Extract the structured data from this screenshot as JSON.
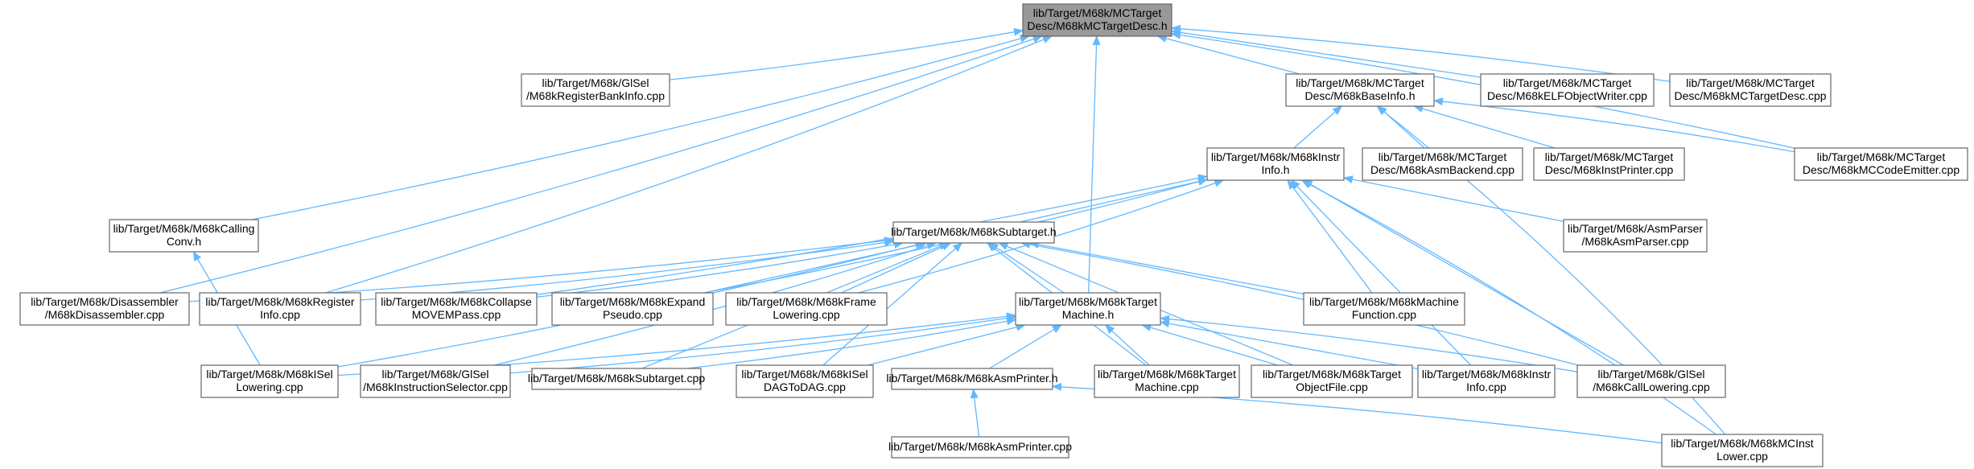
{
  "nodes": [
    {
      "id": "root",
      "lines": [
        "lib/Target/M68k/MCTarget",
        "Desc/M68kMCTargetDesc.h"
      ],
      "root": true
    },
    {
      "id": "globalisel_regbank",
      "lines": [
        "lib/Target/M68k/GlSel",
        "/M68kRegisterBankInfo.cpp"
      ]
    },
    {
      "id": "baseinfo",
      "lines": [
        "lib/Target/M68k/MCTarget",
        "Desc/M68kBaseInfo.h"
      ]
    },
    {
      "id": "elfwriter",
      "lines": [
        "lib/Target/M68k/MCTarget",
        "Desc/M68kELFObjectWriter.cpp"
      ]
    },
    {
      "id": "targetdesc_cpp",
      "lines": [
        "lib/Target/M68k/MCTarget",
        "Desc/M68kMCTargetDesc.cpp"
      ]
    },
    {
      "id": "instrinfo_h",
      "lines": [
        "lib/Target/M68k/M68kInstr",
        "Info.h"
      ]
    },
    {
      "id": "asmbackend",
      "lines": [
        "lib/Target/M68k/MCTarget",
        "Desc/M68kAsmBackend.cpp"
      ]
    },
    {
      "id": "instprinter",
      "lines": [
        "lib/Target/M68k/MCTarget",
        "Desc/M68kInstPrinter.cpp"
      ]
    },
    {
      "id": "codeemitter",
      "lines": [
        "lib/Target/M68k/MCTarget",
        "Desc/M68kMCCodeEmitter.cpp"
      ]
    },
    {
      "id": "callingconv",
      "lines": [
        "lib/Target/M68k/M68kCalling",
        "Conv.h"
      ]
    },
    {
      "id": "subtarget_h",
      "lines": [
        "lib/Target/M68k/M68kSubtarget.h"
      ]
    },
    {
      "id": "asmparser",
      "lines": [
        "lib/Target/M68k/AsmParser",
        "/M68kAsmParser.cpp"
      ]
    },
    {
      "id": "disassembler",
      "lines": [
        "lib/Target/M68k/Disassembler",
        "/M68kDisassembler.cpp"
      ]
    },
    {
      "id": "reginfo",
      "lines": [
        "lib/Target/M68k/M68kRegister",
        "Info.cpp"
      ]
    },
    {
      "id": "collapse",
      "lines": [
        "lib/Target/M68k/M68kCollapse",
        "MOVEMPass.cpp"
      ]
    },
    {
      "id": "expand",
      "lines": [
        "lib/Target/M68k/M68kExpand",
        "Pseudo.cpp"
      ]
    },
    {
      "id": "frame",
      "lines": [
        "lib/Target/M68k/M68kFrame",
        "Lowering.cpp"
      ]
    },
    {
      "id": "targetmachine_h",
      "lines": [
        "lib/Target/M68k/M68kTarget",
        "Machine.h"
      ]
    },
    {
      "id": "machinefunction",
      "lines": [
        "lib/Target/M68k/M68kMachine",
        "Function.cpp"
      ]
    },
    {
      "id": "isellowering",
      "lines": [
        "lib/Target/M68k/M68kISel",
        "Lowering.cpp"
      ]
    },
    {
      "id": "instselector",
      "lines": [
        "lib/Target/M68k/GlSel",
        "/M68kInstructionSelector.cpp"
      ]
    },
    {
      "id": "subtarget_cpp",
      "lines": [
        "lib/Target/M68k/M68kSubtarget.cpp"
      ]
    },
    {
      "id": "iseldag",
      "lines": [
        "lib/Target/M68k/M68kISel",
        "DAGToDAG.cpp"
      ]
    },
    {
      "id": "asmprinter_h",
      "lines": [
        "lib/Target/M68k/M68kAsmPrinter.h"
      ]
    },
    {
      "id": "targetmachine_cpp",
      "lines": [
        "lib/Target/M68k/M68kTarget",
        "Machine.cpp"
      ]
    },
    {
      "id": "objectfile",
      "lines": [
        "lib/Target/M68k/M68kTarget",
        "ObjectFile.cpp"
      ]
    },
    {
      "id": "instrinfo_cpp",
      "lines": [
        "lib/Target/M68k/M68kInstr",
        "Info.cpp"
      ]
    },
    {
      "id": "calllowering",
      "lines": [
        "lib/Target/M68k/GlSel",
        "/M68kCallLowering.cpp"
      ]
    },
    {
      "id": "asmprinter_cpp",
      "lines": [
        "lib/Target/M68k/M68kAsmPrinter.cpp"
      ]
    },
    {
      "id": "mcinstlower",
      "lines": [
        "lib/Target/M68k/M68kMCInst",
        "Lower.cpp"
      ]
    }
  ],
  "edges": [
    [
      "globalisel_regbank",
      "root"
    ],
    [
      "baseinfo",
      "root"
    ],
    [
      "elfwriter",
      "root"
    ],
    [
      "targetdesc_cpp",
      "root"
    ],
    [
      "codeemitter",
      "root"
    ],
    [
      "callingconv",
      "root"
    ],
    [
      "disassembler",
      "root"
    ],
    [
      "reginfo",
      "root"
    ],
    [
      "targetmachine_h",
      "root"
    ],
    [
      "instrinfo_h",
      "baseinfo"
    ],
    [
      "asmbackend",
      "baseinfo"
    ],
    [
      "instprinter",
      "baseinfo"
    ],
    [
      "codeemitter",
      "baseinfo"
    ],
    [
      "mcinstlower",
      "baseinfo"
    ],
    [
      "subtarget_h",
      "instrinfo_h"
    ],
    [
      "asmparser",
      "instrinfo_h"
    ],
    [
      "collapse",
      "instrinfo_h"
    ],
    [
      "expand",
      "instrinfo_h"
    ],
    [
      "frame",
      "instrinfo_h"
    ],
    [
      "machinefunction",
      "instrinfo_h"
    ],
    [
      "instrinfo_cpp",
      "instrinfo_h"
    ],
    [
      "calllowering",
      "instrinfo_h"
    ],
    [
      "mcinstlower",
      "instrinfo_h"
    ],
    [
      "isellowering",
      "callingconv"
    ],
    [
      "disassembler",
      "subtarget_h"
    ],
    [
      "reginfo",
      "subtarget_h"
    ],
    [
      "collapse",
      "subtarget_h"
    ],
    [
      "expand",
      "subtarget_h"
    ],
    [
      "frame",
      "subtarget_h"
    ],
    [
      "targetmachine_h",
      "subtarget_h"
    ],
    [
      "machinefunction",
      "subtarget_h"
    ],
    [
      "isellowering",
      "subtarget_h"
    ],
    [
      "instselector",
      "subtarget_h"
    ],
    [
      "subtarget_cpp",
      "subtarget_h"
    ],
    [
      "iseldag",
      "subtarget_h"
    ],
    [
      "targetmachine_cpp",
      "subtarget_h"
    ],
    [
      "objectfile",
      "subtarget_h"
    ],
    [
      "calllowering",
      "subtarget_h"
    ],
    [
      "isellowering",
      "targetmachine_h"
    ],
    [
      "instselector",
      "targetmachine_h"
    ],
    [
      "subtarget_cpp",
      "targetmachine_h"
    ],
    [
      "iseldag",
      "targetmachine_h"
    ],
    [
      "asmprinter_h",
      "targetmachine_h"
    ],
    [
      "targetmachine_cpp",
      "targetmachine_h"
    ],
    [
      "objectfile",
      "targetmachine_h"
    ],
    [
      "instrinfo_cpp",
      "targetmachine_h"
    ],
    [
      "calllowering",
      "targetmachine_h"
    ],
    [
      "asmprinter_cpp",
      "asmprinter_h"
    ],
    [
      "mcinstlower",
      "asmprinter_h"
    ]
  ]
}
